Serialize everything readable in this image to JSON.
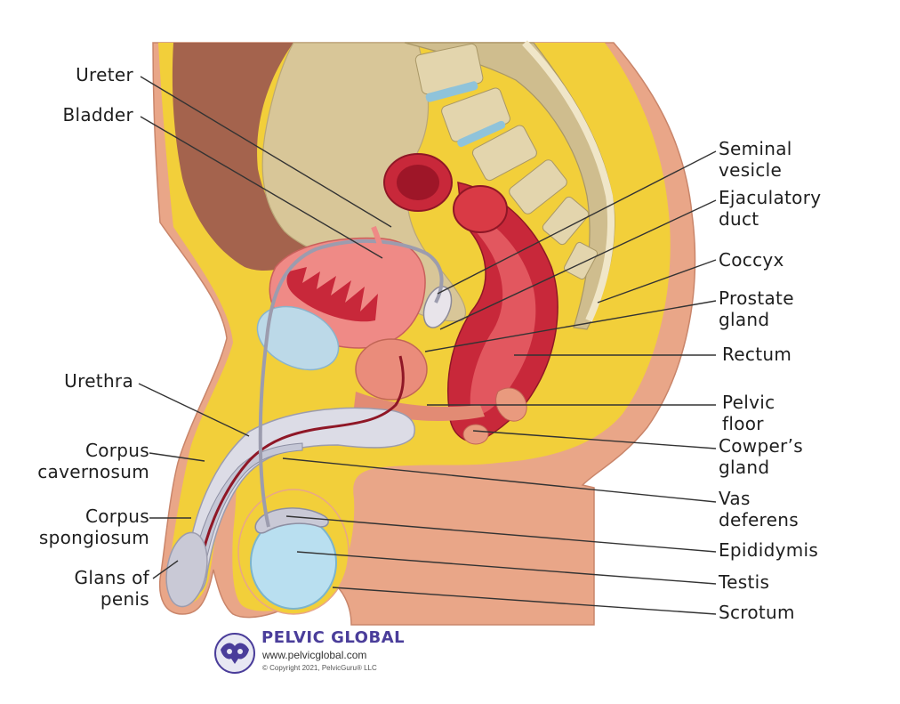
{
  "labels": {
    "ureter": "Ureter",
    "bladder": "Bladder",
    "urethra": "Urethra",
    "corpus_cavernosum": "Corpus\ncavernosum",
    "corpus_spongiosum": "Corpus\nspongiosum",
    "glans": "Glans of\npenis",
    "seminal_vesicle": "Seminal\nvesicle",
    "ejaculatory_duct": "Ejaculatory\nduct",
    "coccyx": "Coccyx",
    "prostate": "Prostate\ngland",
    "rectum": "Rectum",
    "pelvic_floor": "Pelvic\nfloor",
    "cowpers_gland": "Cowper’s\ngland",
    "vas_deferens": "Vas\ndeferens",
    "epididymis": "Epididymis",
    "testis": "Testis",
    "scrotum": "Scrotum"
  },
  "logo": {
    "name": "PELVIC GLOBAL",
    "url": "www.pelvicglobal.com",
    "copyright": "© Copyright 2021, PelvicGuru® LLC"
  },
  "colors": {
    "skin": "#e8a084",
    "fat": "#f2cf3a",
    "bone": "#d9c79a",
    "muscle_red": "#c8283a",
    "bladder_pink": "#ef8a86",
    "cavity_brown": "#a5614b",
    "testis_blue": "#b9dff0",
    "logo_purple": "#4a3d9a"
  }
}
